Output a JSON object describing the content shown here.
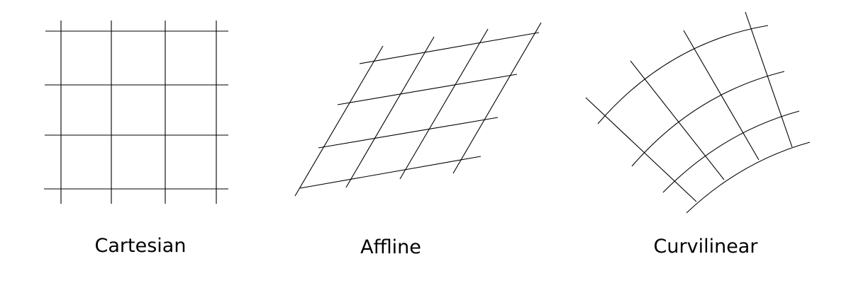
{
  "colors": {
    "line": "#000000",
    "text": "#000000",
    "background": "#ffffff"
  },
  "panels": [
    {
      "id": "cartesian",
      "caption": "Cartesian"
    },
    {
      "id": "affine",
      "caption": "Affline"
    },
    {
      "id": "curvilinear",
      "caption": "Curvilinear"
    }
  ]
}
